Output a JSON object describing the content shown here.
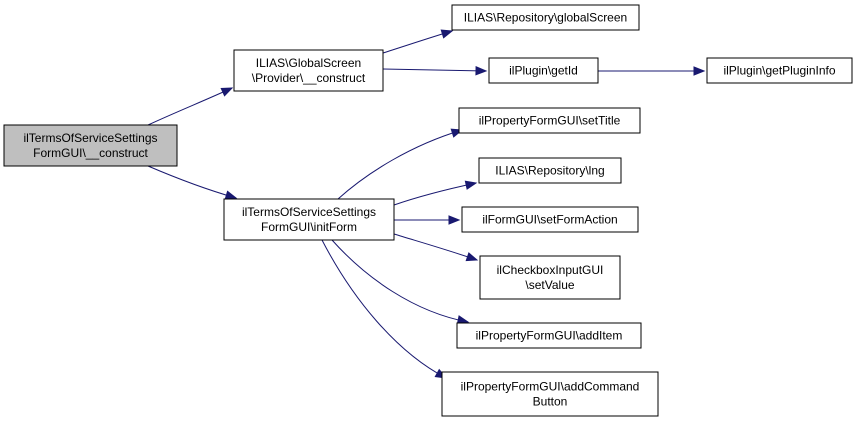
{
  "nodes": {
    "root": {
      "lines": [
        "ilTermsOfServiceSettings",
        "FormGUI\\__construct"
      ]
    },
    "provider": {
      "lines": [
        "ILIAS\\GlobalScreen",
        "\\Provider\\__construct"
      ]
    },
    "init": {
      "lines": [
        "ilTermsOfServiceSettings",
        "FormGUI\\initForm"
      ]
    },
    "globalscreen": {
      "lines": [
        "ILIAS\\Repository\\globalScreen"
      ]
    },
    "getid": {
      "lines": [
        "ilPlugin\\getId"
      ]
    },
    "getplugininfo": {
      "lines": [
        "ilPlugin\\getPluginInfo"
      ]
    },
    "settitle": {
      "lines": [
        "ilPropertyFormGUI\\setTitle"
      ]
    },
    "lng": {
      "lines": [
        "ILIAS\\Repository\\lng"
      ]
    },
    "setformaction": {
      "lines": [
        "ilFormGUI\\setFormAction"
      ]
    },
    "setvalue": {
      "lines": [
        "ilCheckboxInputGUI",
        "\\setValue"
      ]
    },
    "additem": {
      "lines": [
        "ilPropertyFormGUI\\addItem"
      ]
    },
    "addcommand": {
      "lines": [
        "ilPropertyFormGUI\\addCommand",
        "Button"
      ]
    }
  },
  "edges": [
    {
      "from": "root",
      "to": "provider"
    },
    {
      "from": "root",
      "to": "init"
    },
    {
      "from": "provider",
      "to": "globalscreen"
    },
    {
      "from": "provider",
      "to": "getid"
    },
    {
      "from": "getid",
      "to": "getplugininfo"
    },
    {
      "from": "init",
      "to": "settitle"
    },
    {
      "from": "init",
      "to": "lng"
    },
    {
      "from": "init",
      "to": "setformaction"
    },
    {
      "from": "init",
      "to": "setvalue"
    },
    {
      "from": "init",
      "to": "additem"
    },
    {
      "from": "init",
      "to": "addcommand"
    }
  ],
  "colors": {
    "edge": "#191970",
    "root_fill": "#bfbfbf",
    "node_fill": "#ffffff",
    "node_stroke": "#000000"
  }
}
